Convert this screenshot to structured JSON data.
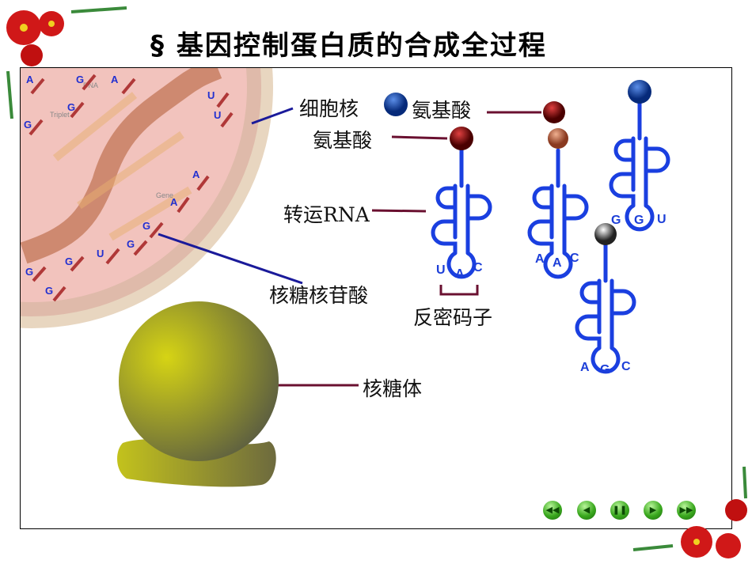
{
  "title": "§ 基因控制蛋白质的合成全过程",
  "labels": {
    "nucleus": "细胞核",
    "amino_acid_1": "氨基酸",
    "amino_acid_2": "氨基酸",
    "trna": "转运RNA",
    "ribonucleotide": "核糖核苷酸",
    "anticodon": "反密码子",
    "ribosome": "核糖体"
  },
  "diagram_text": {
    "dna": "DNA",
    "triplet": "Triplet",
    "gene": "Gene"
  },
  "trnas": [
    {
      "bases": [
        "U",
        "A",
        "C"
      ]
    },
    {
      "bases": [
        "A",
        "A",
        "C"
      ]
    },
    {
      "bases": [
        "G",
        "G",
        "U"
      ]
    },
    {
      "bases": [
        "A",
        "G",
        "C"
      ]
    }
  ],
  "nav": {
    "first": "first-icon",
    "prev": "prev-icon",
    "pause": "pause-icon",
    "next": "next-icon",
    "last": "last-icon"
  },
  "colors": {
    "trna": "#1a3fe0",
    "label_line": "#6a1030",
    "nucleus": "#f2c3bd",
    "ribosome": "#b5b321"
  }
}
